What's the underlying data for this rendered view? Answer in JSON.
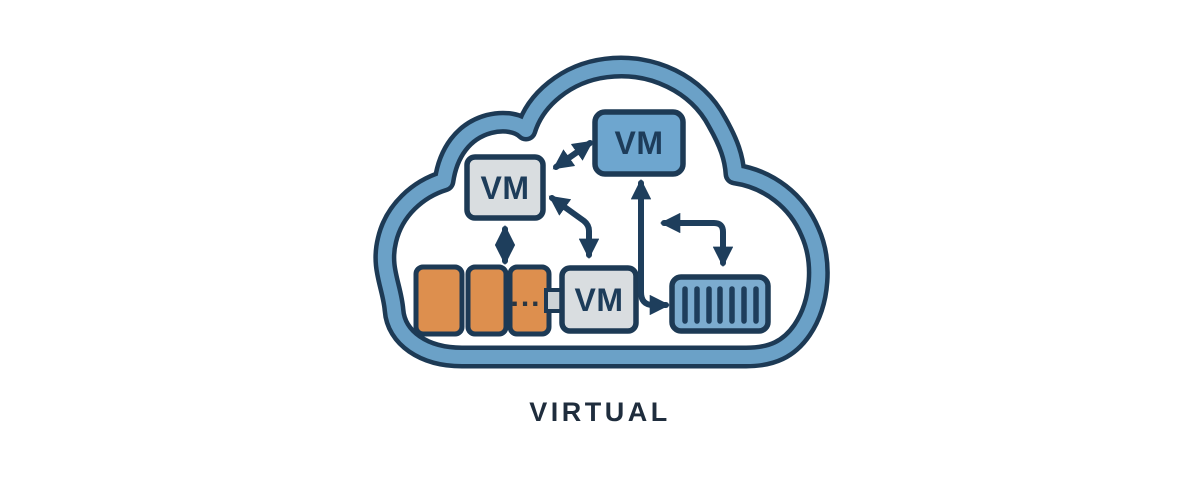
{
  "title": "VIRTUAL",
  "colors": {
    "background": "#ffffff",
    "outline": "#1d3a55",
    "cloud-band": "#6ba1c7",
    "cloud-fill": "#ffffff",
    "vm-blue": "#6ea6cf",
    "vm-gray": "#d9dde0",
    "orange": "#dd8f4e",
    "server-blue": "#7caccf",
    "connector-gray": "#ccd3d6",
    "arrow": "#1e3e5c",
    "label": "#1d3c5a",
    "dots": "#2a3642",
    "title-text": "#1f2d3d"
  },
  "diagram": {
    "vm_top": {
      "label": "VM"
    },
    "vm_left": {
      "label": "VM"
    },
    "vm_bottom": {
      "label": "VM"
    },
    "host_stack": {
      "box_count": 3,
      "ellipsis": "..."
    },
    "server": {
      "stripe_count": 7
    }
  }
}
